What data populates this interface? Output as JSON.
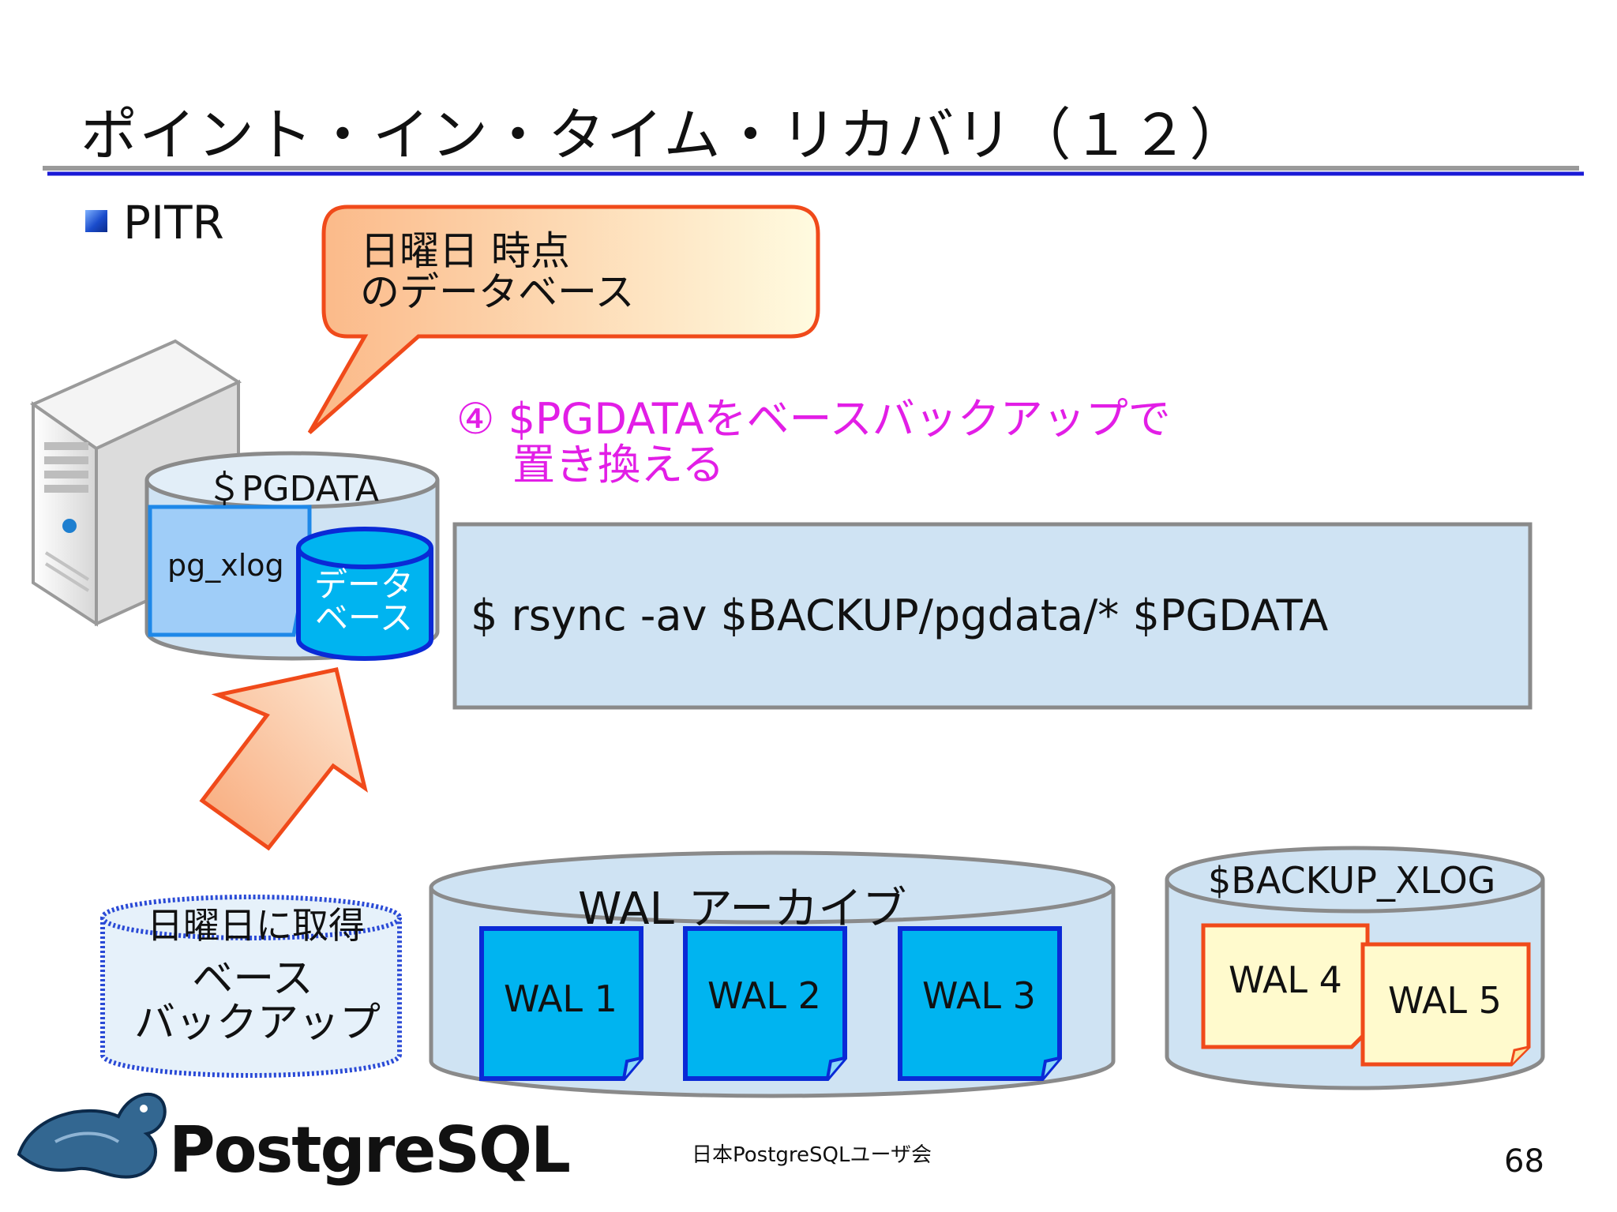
{
  "title": "ポイント・イン・タイム・リカバリ（１２）",
  "bullet": "PITR",
  "callout": "日曜日 時点\nのデータベース",
  "step": "④ $PGDATAをベースバックアップで\n　 置き換える",
  "server": {
    "pgdata_label": "＄PGDATA",
    "pg_xlog_label": "pg_xlog",
    "db_label": "データ\nベース"
  },
  "command": "$ rsync -av $BACKUP/pgdata/* $PGDATA",
  "base_backup": {
    "top_label": "日曜日に取得",
    "label": "ベース\nバックアップ"
  },
  "wal_archive": {
    "title": "WAL アーカイブ",
    "files": [
      "WAL 1",
      "WAL 2",
      "WAL 3"
    ]
  },
  "backup_xlog": {
    "title": "$BACKUP_XLOG",
    "files": [
      "WAL 4",
      "WAL 5"
    ]
  },
  "footer": {
    "org": "日本PostgreSQLユーザ会",
    "page": "68",
    "logo": "PostgreSQL"
  },
  "colors": {
    "title_rule": "#1a1ad6",
    "callout_border": "#f04a1a",
    "step_text": "#e21ee6",
    "cylinder_fill": "#cfe3f3",
    "wal_blue": "#00b4f0",
    "wal_yellow": "#fffacd",
    "arrow_fill": "#fbb887"
  }
}
